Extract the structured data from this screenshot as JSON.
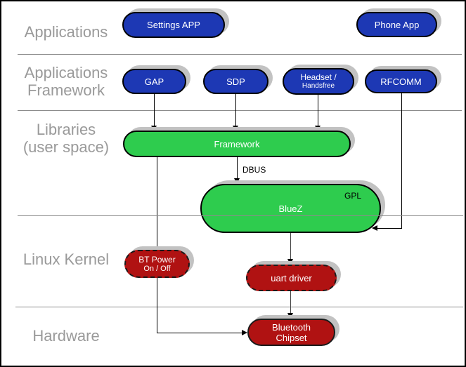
{
  "layers": [
    {
      "id": "applications",
      "lines": [
        "Applications"
      ]
    },
    {
      "id": "app_framework",
      "lines": [
        "Applications",
        "Framework"
      ]
    },
    {
      "id": "libraries",
      "lines": [
        "Libraries",
        "(user space)"
      ]
    },
    {
      "id": "kernel",
      "lines": [
        "Linux Kernel"
      ]
    },
    {
      "id": "hardware",
      "lines": [
        "Hardware"
      ]
    }
  ],
  "nodes": {
    "settings_app": {
      "label": "Settings APP"
    },
    "phone_app": {
      "label": "Phone App"
    },
    "gap": {
      "label": "GAP"
    },
    "sdp": {
      "label": "SDP"
    },
    "headset": {
      "line1": "Headset /",
      "line2": "Handsfree"
    },
    "rfcomm": {
      "label": "RFCOMM"
    },
    "framework": {
      "label": "Framework"
    },
    "bluez": {
      "label": "BlueZ",
      "tag": "GPL"
    },
    "bt_power": {
      "line1": "BT Power",
      "line2": "On / Off"
    },
    "uart_driver": {
      "label": "uart driver"
    },
    "bt_chipset": {
      "line1": "Bluetooth",
      "line2": "Chipset"
    }
  },
  "edges": {
    "dbus_label": "DBUS"
  },
  "colors": {
    "app_blue": "#1d38b4",
    "lib_green": "#2ecc4e",
    "kernel_red": "#b01212",
    "label_gray": "#9a9a9a",
    "shadow_gray": "#c2c2c2"
  }
}
